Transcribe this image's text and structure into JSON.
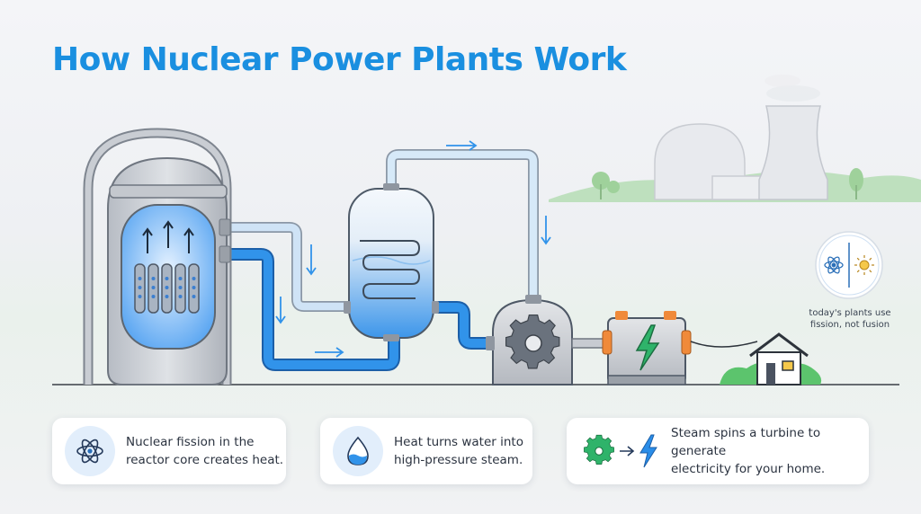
{
  "title": "How Nuclear Power Plants Work",
  "badge": {
    "caption_line1": "today's plants use",
    "caption_line2": "fission, not fusion",
    "icons": [
      "atom-icon",
      "sun-icon"
    ]
  },
  "cards": [
    {
      "icon": "atom-icon",
      "line1": "Nuclear fission in the",
      "line2": "reactor core creates heat."
    },
    {
      "icon": "water-drop-icon",
      "line1": "Heat turns water into",
      "line2": "high-pressure steam."
    },
    {
      "icon": "gear-bolt-icon",
      "line1": "Steam spins a turbine to generate",
      "line2": "electricity for your home."
    }
  ],
  "colors": {
    "title": "#1a8fe0",
    "hot_pipe": "#2f8fe6",
    "steam_pipe": "#bcdcf5",
    "steel": "#b9bec6",
    "generator_terminal": "#f08a3a",
    "bolt": "#2fb36a",
    "grass": "#5cc46d"
  }
}
